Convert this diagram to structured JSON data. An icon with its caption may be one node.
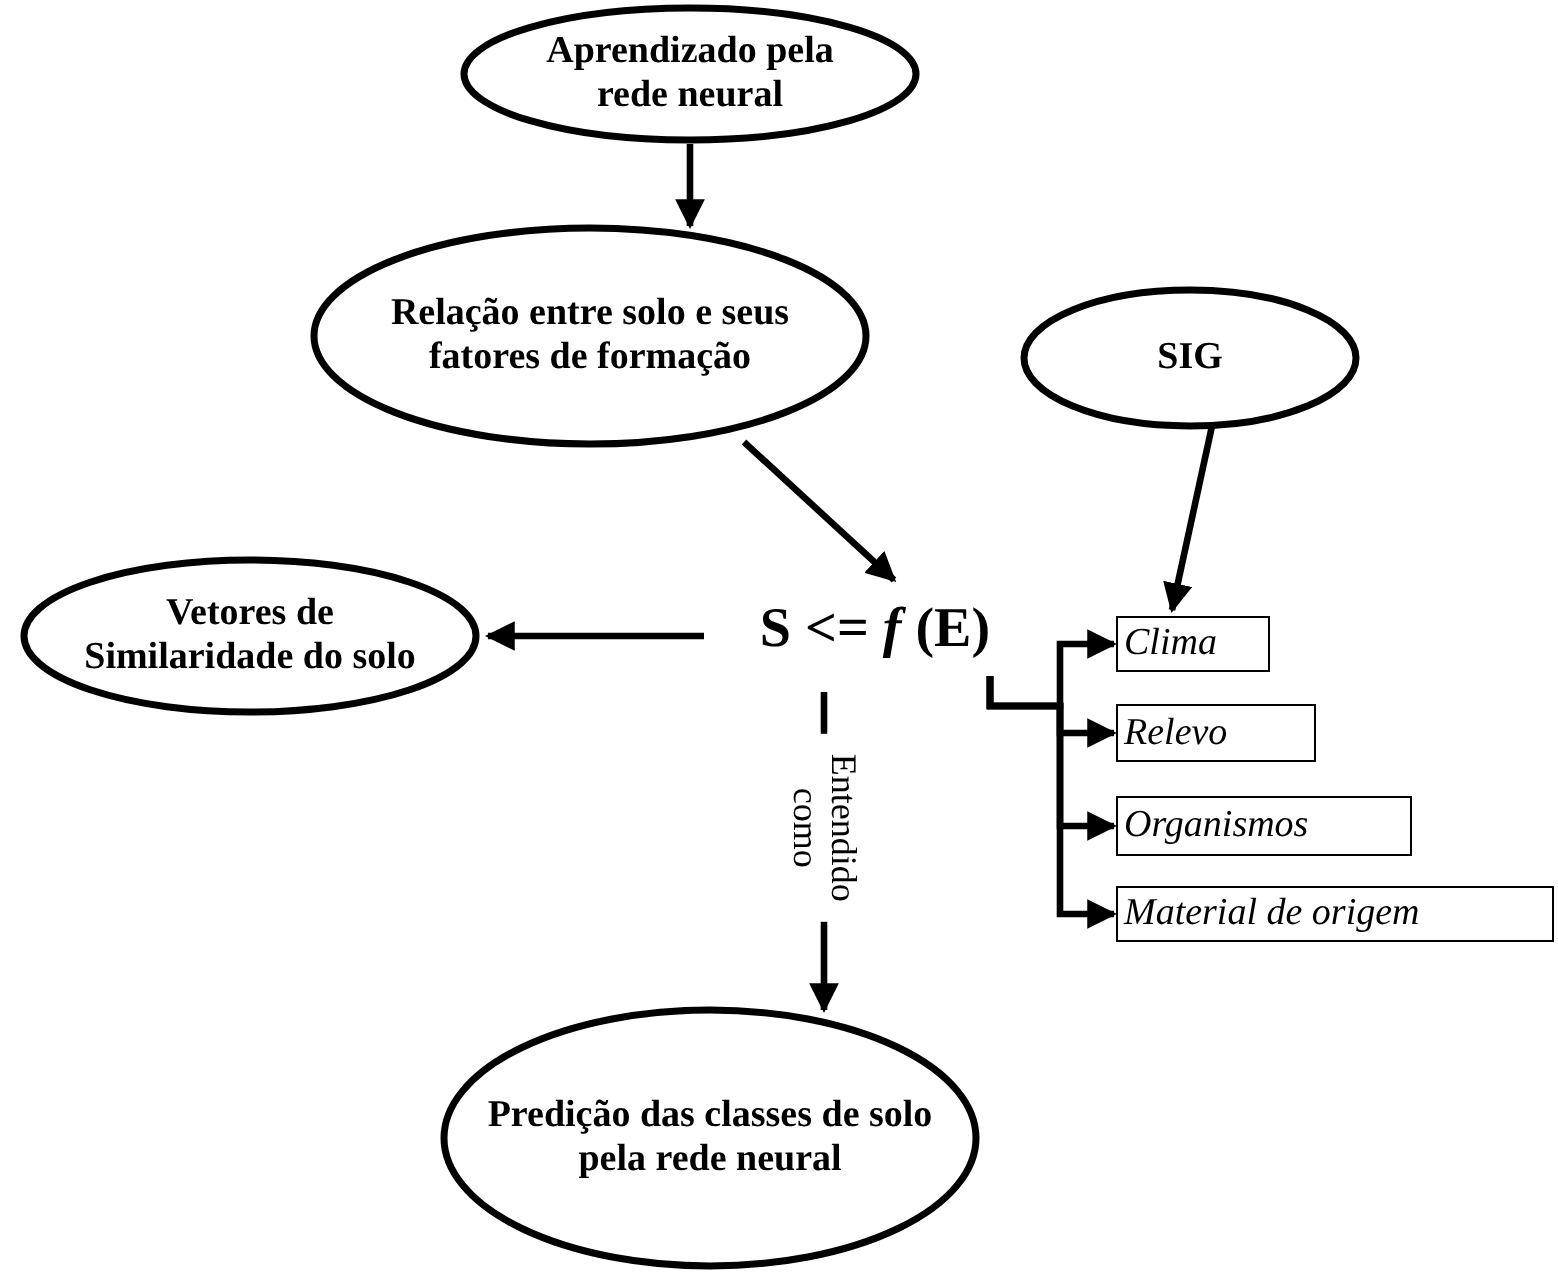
{
  "diagram": {
    "nodes": [
      {
        "text": [
          "Aprendizado pela rede neural"
        ]
      },
      {
        "text": [
          "Relação entre solo e seus fatores de formação"
        ]
      },
      {
        "text": [
          "SIG"
        ]
      },
      {
        "text": [
          "Vetores de Similaridade do solo"
        ]
      },
      {
        "text": [
          "S <= *f* (E)"
        ]
      },
      {
        "text": [
          "Clima"
        ]
      },
      {
        "text": [
          "Relevo"
        ]
      },
      {
        "text": [
          "Organismos"
        ]
      },
      {
        "text": [
          "Material de origem"
        ]
      },
      {
        "text": [
          "Predição das classes de solo pela rede neural"
        ]
      }
    ],
    "edges": [
      {
        "from": 0,
        "to": 1,
        "arrow": "to"
      },
      {
        "from": 1,
        "to": 4,
        "arrow": "to"
      },
      {
        "from": 2,
        "to": 5,
        "arrow": "to"
      },
      {
        "from": 4,
        "to": 3,
        "arrow": "to"
      },
      {
        "from": 4,
        "to": 9,
        "arrow": "to",
        "label": "Entendido como"
      },
      {
        "from": 4,
        "to": 5,
        "arrow": "to"
      },
      {
        "from": 4,
        "to": 6,
        "arrow": "to"
      },
      {
        "from": 4,
        "to": 7,
        "arrow": "to"
      },
      {
        "from": 4,
        "to": 8,
        "arrow": "to"
      }
    ]
  }
}
